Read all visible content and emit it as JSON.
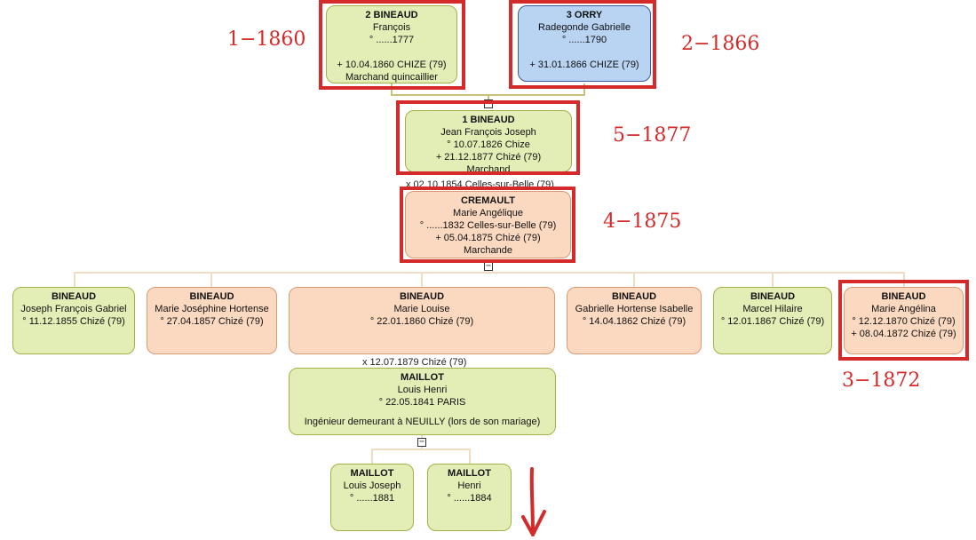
{
  "people": {
    "p2": {
      "name": "2 BINEAUD",
      "l1": "François",
      "l2": "° ......1777",
      "l3": "",
      "l4": "+ 10.04.1860 CHIZE (79)",
      "l5": "Marchand quincaillier"
    },
    "p3": {
      "name": "3 ORRY",
      "l1": "Radegonde Gabrielle",
      "l2": "° ......1790",
      "l3": "",
      "l4": "+ 31.01.1866 CHIZE (79)"
    },
    "p1": {
      "name": "1 BINEAUD",
      "l1": "Jean François Joseph",
      "l2": "° 10.07.1826 Chize",
      "l3": "+ 21.12.1877 Chizé (79)",
      "l4": "Marchand"
    },
    "marriage1": "x 02.10.1854 Celles-sur-Belle (79)",
    "spouse": {
      "name": "CREMAULT",
      "l1": "Marie Angélique",
      "l2": "° ......1832 Celles-sur-Belle (79)",
      "l3": "+ 05.04.1875 Chizé (79)",
      "l4": "Marchande"
    },
    "c1": {
      "name": "BINEAUD",
      "l1": "Joseph François Gabriel",
      "l2": "° 11.12.1855 Chizé (79)"
    },
    "c2": {
      "name": "BINEAUD",
      "l1": "Marie Joséphine Hortense",
      "l2": "° 27.04.1857 Chizé (79)"
    },
    "c3": {
      "name": "BINEAUD",
      "l1": "Marie Louise",
      "l2": "° 22.01.1860 Chizé (79)"
    },
    "c4": {
      "name": "BINEAUD",
      "l1": "Gabrielle Hortense Isabelle",
      "l2": "° 14.04.1862 Chizé (79)"
    },
    "c5": {
      "name": "BINEAUD",
      "l1": "Marcel Hilaire",
      "l2": "° 12.01.1867 Chizé (79)"
    },
    "c6": {
      "name": "BINEAUD",
      "l1": "Marie Angélina",
      "l2": "° 12.12.1870 Chizé (79)",
      "l3": "+ 08.04.1872 Chizé (79)"
    },
    "marriage2": "x 12.07.1879 Chizé (79)",
    "husband": {
      "name": "MAILLOT",
      "l1": "Louis Henri",
      "l2": "° 22.05.1841 PARIS",
      "l3": "",
      "l4": "Ingénieur demeurant à NEUILLY (lors de son mariage)"
    },
    "g1": {
      "name": "MAILLOT",
      "l1": "Louis Joseph",
      "l2": "° ......1881"
    },
    "g2": {
      "name": "MAILLOT",
      "l1": "Henri",
      "l2": "° ......1884"
    }
  },
  "annotations": {
    "a1": "1−1860",
    "a2": "2−1866",
    "a3": "5−1877",
    "a4": "4−1875",
    "a5": "3−1872"
  },
  "toggle_symbol": "−",
  "colors": {
    "male": "#e3edb6",
    "female": "#fbd9c0",
    "root_spouse": "#b9d3f3",
    "highlight": "#d42a2a"
  }
}
